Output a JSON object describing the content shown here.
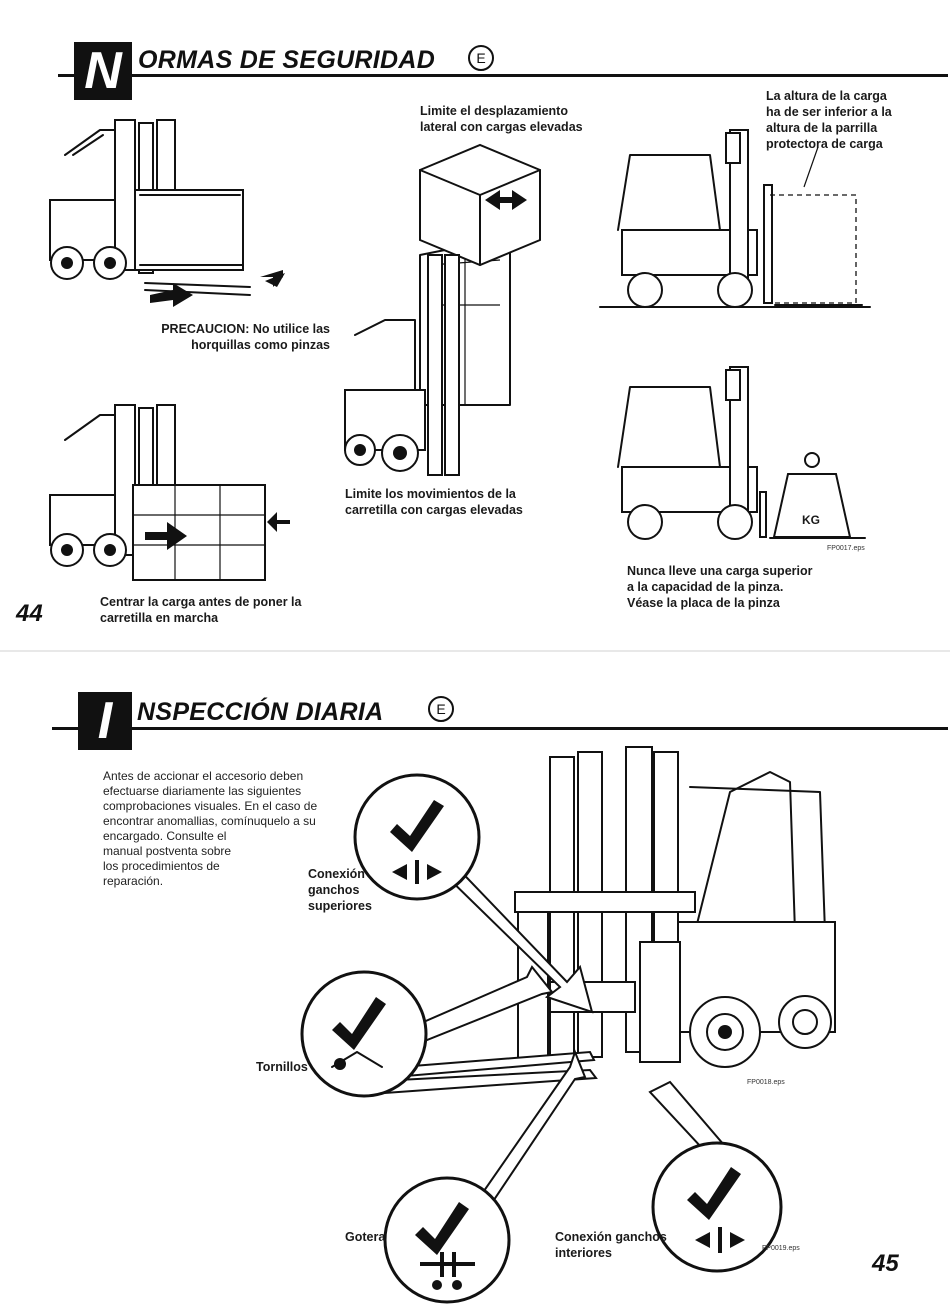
{
  "top_page": {
    "header": {
      "initial": "N",
      "title": "ORMAS DE SEGURIDAD",
      "lang": "E"
    },
    "captions": {
      "precaucion_label": "PRECAUCION:",
      "precaucion_line1": "No utilice las",
      "precaucion_line2": "horquillas como pinzas",
      "lateral_line1": "Limite el desplazamiento",
      "lateral_line2": "lateral con cargas elevadas",
      "altura_line1": "La altura de la carga",
      "altura_line2": "ha de ser inferior a la",
      "altura_line3": "altura de la parrilla",
      "altura_line4": "protectora de carga",
      "movimientos_line1": "Limite los movimientos de la",
      "movimientos_line2": "carretilla con cargas elevadas",
      "centrar_line1": "Centrar la carga antes de poner la",
      "centrar_line2": "carretilla en marcha",
      "nunca_line1": "Nunca lleve una carga superior",
      "nunca_line2": "a la capacidad de la pinza.",
      "nunca_line3": "Véase la placa de la pinza"
    },
    "weight_label": "KG",
    "file_ref": "FP0017.eps",
    "page_number": "44"
  },
  "bottom_page": {
    "header": {
      "initial": "I",
      "title": "NSPECCIÓN DIARIA",
      "lang": "E"
    },
    "intro": [
      "Antes de accionar el accesorio deben",
      "efectuarse diariamente las siguientes",
      "comprobaciones visuales. En el caso de",
      "encontrar anomallias, comínuquelo a su",
      "encargado. Consulte el",
      "manual postventa sobre",
      "los procedimientos de",
      "reparación."
    ],
    "labels": {
      "conexion_sup_1": "Conexión",
      "conexion_sup_2": "ganchos",
      "conexion_sup_3": "superiores",
      "tornillos": "Tornillos",
      "gotera": "Gotera",
      "conexion_int_1": "Conexión ganchos",
      "conexion_int_2": "interiores"
    },
    "file_ref_1": "FP0018.eps",
    "file_ref_2": "FP0019.eps",
    "page_number": "45"
  }
}
